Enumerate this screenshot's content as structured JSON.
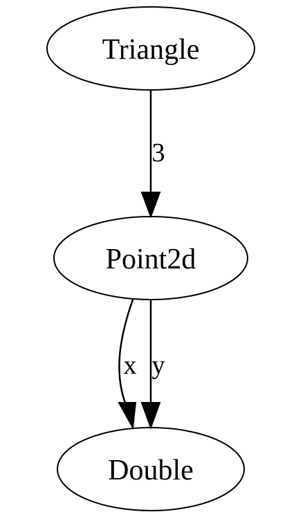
{
  "nodes": {
    "triangle": {
      "label": "Triangle"
    },
    "point2d": {
      "label": "Point2d"
    },
    "double": {
      "label": "Double"
    }
  },
  "edges": {
    "triangle_to_point2d": {
      "label": "3"
    },
    "point2d_to_double_x": {
      "label": "x"
    },
    "point2d_to_double_y": {
      "label": "y"
    }
  },
  "colors": {
    "stroke": "#000000",
    "background": "#ffffff"
  }
}
